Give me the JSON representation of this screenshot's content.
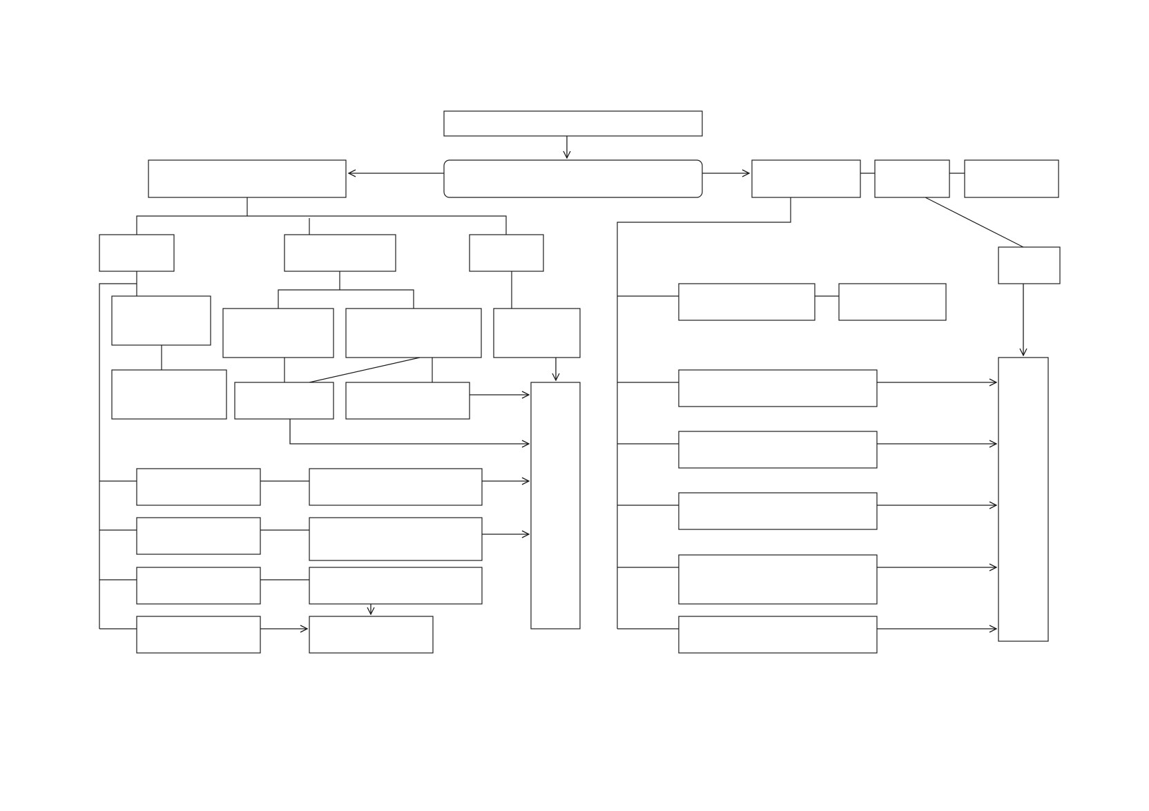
{
  "diagram": {
    "colors": {
      "stroke": "#1a1a1a",
      "background": "#ffffff",
      "box_fill": "#ffffff"
    },
    "nodes": [
      {
        "id": "root"
      },
      {
        "id": "hub"
      },
      {
        "id": "left-parent"
      },
      {
        "id": "right-a"
      },
      {
        "id": "right-b"
      },
      {
        "id": "right-c"
      },
      {
        "id": "left-child-1"
      },
      {
        "id": "left-child-2"
      },
      {
        "id": "left-child-3"
      },
      {
        "id": "l1-sub-1"
      },
      {
        "id": "l1-sub-2"
      },
      {
        "id": "l2-sub-1"
      },
      {
        "id": "l2-sub-2"
      },
      {
        "id": "l2-leaf-1"
      },
      {
        "id": "l2-leaf-2"
      },
      {
        "id": "l3-sub-1"
      },
      {
        "id": "left-collector"
      },
      {
        "id": "row-a-left"
      },
      {
        "id": "row-a-right"
      },
      {
        "id": "row-b-left"
      },
      {
        "id": "row-b-right"
      },
      {
        "id": "row-c-left"
      },
      {
        "id": "row-c-right"
      },
      {
        "id": "row-d-left"
      },
      {
        "id": "row-d-right"
      },
      {
        "id": "right-row-1a"
      },
      {
        "id": "right-row-1b"
      },
      {
        "id": "right-row-2"
      },
      {
        "id": "right-row-3"
      },
      {
        "id": "right-row-4"
      },
      {
        "id": "right-row-5"
      },
      {
        "id": "right-row-6"
      },
      {
        "id": "right-c-sub"
      },
      {
        "id": "right-collector"
      }
    ]
  }
}
